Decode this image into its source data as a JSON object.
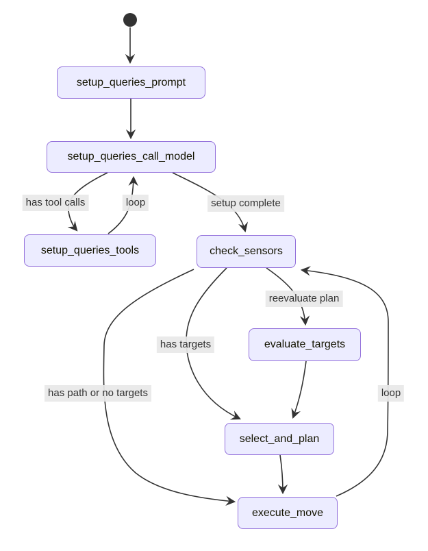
{
  "diagram": {
    "type": "state-diagram",
    "nodes": [
      {
        "id": "setup_queries_prompt",
        "label": "setup_queries_prompt"
      },
      {
        "id": "setup_queries_call_model",
        "label": "setup_queries_call_model"
      },
      {
        "id": "setup_queries_tools",
        "label": "setup_queries_tools"
      },
      {
        "id": "check_sensors",
        "label": "check_sensors"
      },
      {
        "id": "evaluate_targets",
        "label": "evaluate_targets"
      },
      {
        "id": "select_and_plan",
        "label": "select_and_plan"
      },
      {
        "id": "execute_move",
        "label": "execute_move"
      }
    ],
    "edges": [
      {
        "from": "start",
        "to": "setup_queries_prompt",
        "label": ""
      },
      {
        "from": "setup_queries_prompt",
        "to": "setup_queries_call_model",
        "label": ""
      },
      {
        "from": "setup_queries_call_model",
        "to": "setup_queries_tools",
        "label": "has tool calls"
      },
      {
        "from": "setup_queries_tools",
        "to": "setup_queries_call_model",
        "label": "loop"
      },
      {
        "from": "setup_queries_call_model",
        "to": "check_sensors",
        "label": "setup complete"
      },
      {
        "from": "check_sensors",
        "to": "evaluate_targets",
        "label": "reevaluate plan"
      },
      {
        "from": "check_sensors",
        "to": "select_and_plan",
        "label": "has targets"
      },
      {
        "from": "check_sensors",
        "to": "execute_move",
        "label": "has path or no targets"
      },
      {
        "from": "evaluate_targets",
        "to": "select_and_plan",
        "label": ""
      },
      {
        "from": "select_and_plan",
        "to": "execute_move",
        "label": ""
      },
      {
        "from": "execute_move",
        "to": "check_sensors",
        "label": "loop"
      }
    ],
    "colors": {
      "node_fill": "#ECECFF",
      "node_border": "#9370DB",
      "node_text": "#131300",
      "edge_stroke": "#333333",
      "label_bg": "#E8E8E8",
      "label_text": "#333333",
      "start_dot": "#333333",
      "background": "#FFFFFF"
    }
  }
}
